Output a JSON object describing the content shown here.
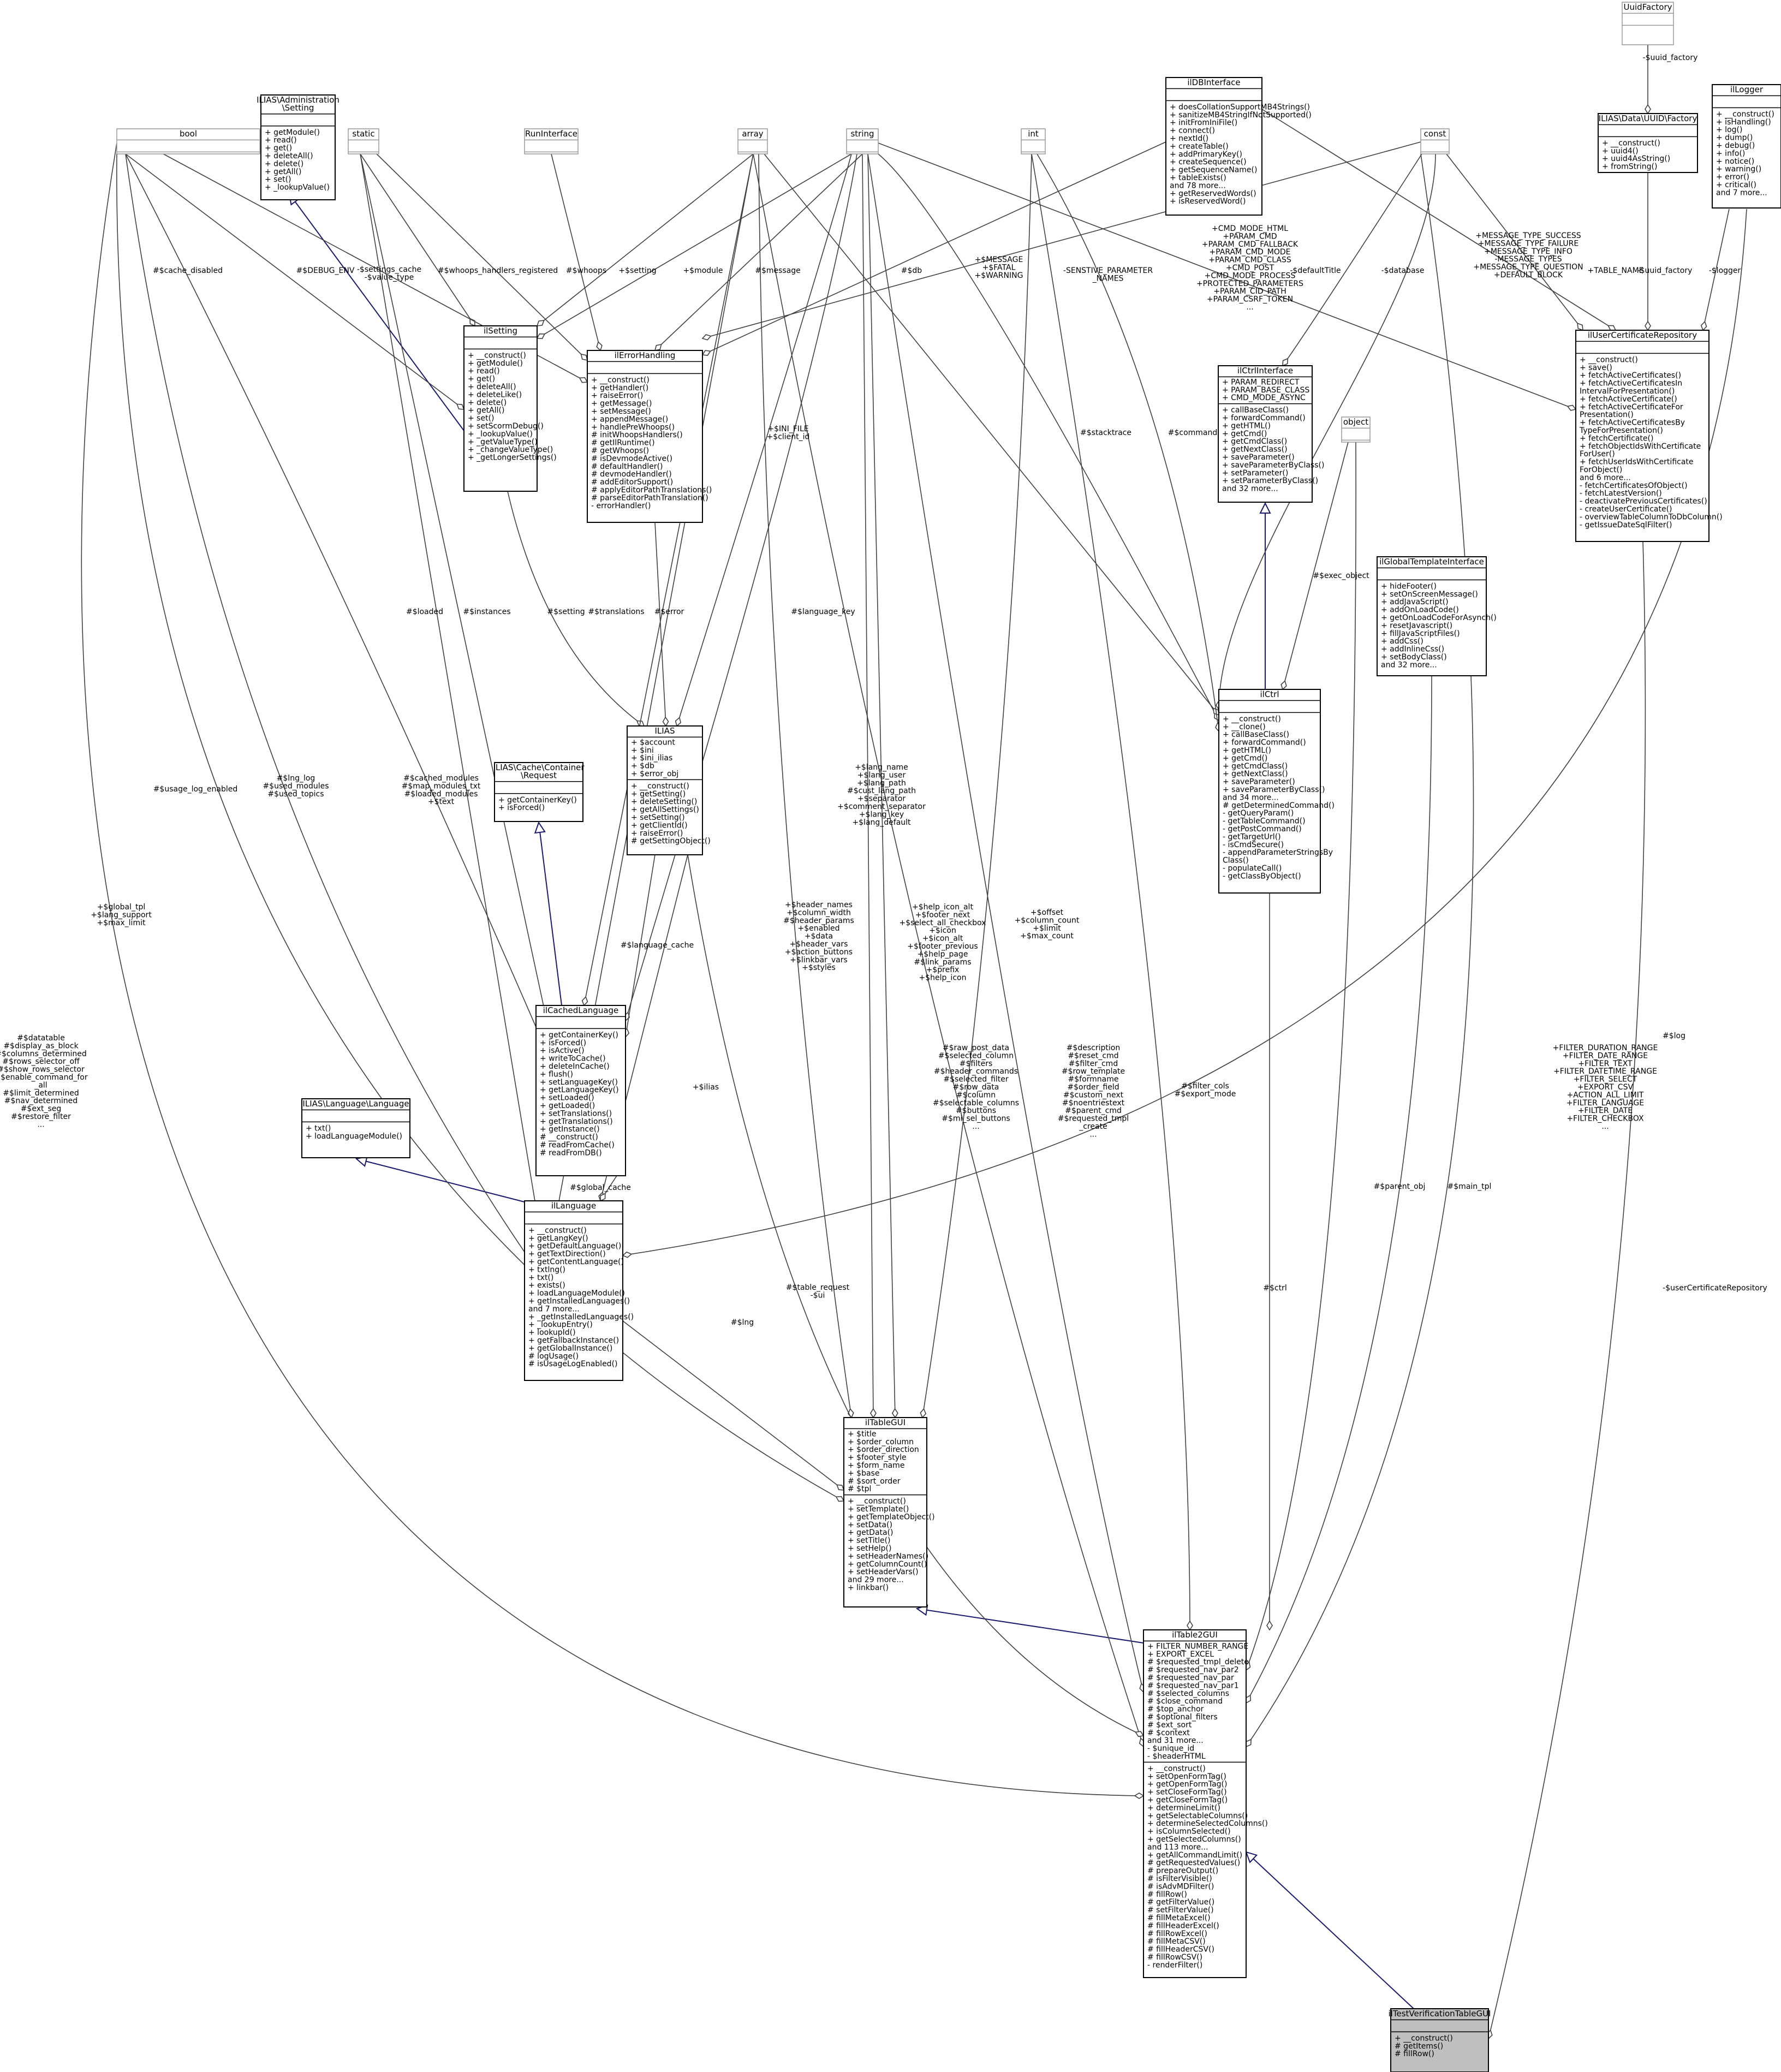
{
  "nodes": {
    "bool": {
      "title": "bool",
      "attrs": [],
      "ops": []
    },
    "static": {
      "title": "static",
      "attrs": [],
      "ops": []
    },
    "runinterface": {
      "title": "RunInterface",
      "attrs": [],
      "ops": []
    },
    "array": {
      "title": "array",
      "attrs": [],
      "ops": []
    },
    "string": {
      "title": "string",
      "attrs": [],
      "ops": []
    },
    "int": {
      "title": "int",
      "attrs": [],
      "ops": []
    },
    "const": {
      "title": "const",
      "attrs": [],
      "ops": []
    },
    "object": {
      "title": "object",
      "attrs": [],
      "ops": []
    },
    "uuidfactory": {
      "title": "UuidFactory",
      "attrs": [],
      "ops": []
    },
    "admsetting": {
      "title": [
        "ILIAS\\Administration",
        "\\Setting"
      ],
      "attrs": [],
      "ops": [
        "+ getModule()",
        "+ read()",
        "+ get()",
        "+ deleteAll()",
        "+ delete()",
        "+ getAll()",
        "+ set()",
        "+ _lookupValue()"
      ]
    },
    "ildbinterface": {
      "title": "ilDBInterface",
      "attrs": [],
      "ops": [
        "+ doesCollationSupportMB4Strings()",
        "+ sanitizeMB4StringIfNotSupported()",
        "+ initFromIniFile()",
        "+ connect()",
        "+ nextId()",
        "+ createTable()",
        "+ addPrimaryKey()",
        "+ createSequence()",
        "+ getSequenceName()",
        "+ tableExists()",
        "and 78 more...",
        "+ getReservedWords()",
        "+ isReservedWord()"
      ]
    },
    "uuid": {
      "title": "ILIAS\\Data\\UUID\\Factory",
      "attrs": [],
      "ops": [
        "+ __construct()",
        "+ uuid4()",
        "+ uuid4AsString()",
        "+ fromString()"
      ]
    },
    "illogger": {
      "title": "ilLogger",
      "attrs": [],
      "ops": [
        "+ __construct()",
        "+ isHandling()",
        "+ log()",
        "+ dump()",
        "+ debug()",
        "+ info()",
        "+ notice()",
        "+ warning()",
        "+ error()",
        "+ critical()",
        "and 7 more..."
      ]
    },
    "ilsetting": {
      "title": "ilSetting",
      "attrs": [],
      "ops": [
        "+ __construct()",
        "+ getModule()",
        "+ read()",
        "+ get()",
        "+ deleteAll()",
        "+ deleteLike()",
        "+ delete()",
        "+ getAll()",
        "+ set()",
        "+ setScormDebug()",
        "+ _lookupValue()",
        "+ _getValueType()",
        "+ _changeValueType()",
        "+ _getLongerSettings()"
      ]
    },
    "ilerrorhandling": {
      "title": "ilErrorHandling",
      "attrs": [],
      "ops": [
        "+ __construct()",
        "+ getHandler()",
        "+ raiseError()",
        "+ getMessage()",
        "+ setMessage()",
        "+ appendMessage()",
        "+ handlePreWhoops()",
        "# initWhoopsHandlers()",
        "# getIlRuntime()",
        "# getWhoops()",
        "# isDevmodeActive()",
        "# defaultHandler()",
        "# devmodeHandler()",
        "# addEditorSupport()",
        "# applyEditorPathTranslations()",
        "# parseEditorPathTranslation()",
        "- errorHandler()"
      ]
    },
    "ilctrlinterface": {
      "title": "ilCtrlInterface",
      "attrs": [
        "+ PARAM_REDIRECT",
        "+ PARAM_BASE_CLASS",
        "+ CMD_MODE_ASYNC"
      ],
      "ops": [
        "+ callBaseClass()",
        "+ forwardCommand()",
        "+ getHTML()",
        "+ getCmd()",
        "+ getCmdClass()",
        "+ getNextClass()",
        "+ saveParameter()",
        "+ saveParameterByClass()",
        "+ setParameter()",
        "+ setParameterByClass()",
        "and 32 more..."
      ]
    },
    "iluser": {
      "title": "ilUserCertificateRepository",
      "attrs": [],
      "ops": [
        "+ __construct()",
        "+ save()",
        "+ fetchActiveCertificates()",
        "+ fetchActiveCertificatesIn",
        "IntervalForPresentation()",
        "+ fetchActiveCertificate()",
        "+ fetchActiveCertificateFor",
        "Presentation()",
        "+ fetchActiveCertificatesBy",
        "TypeForPresentation()",
        "+ fetchCertificate()",
        "+ fetchObjectIdsWithCertificate",
        "ForUser()",
        "+ fetchUserIdsWithCertificate",
        "ForObject()",
        "and 6 more...",
        "- fetchCertificatesOfObject()",
        "- fetchLatestVersion()",
        "- deactivatePreviousCertificates()",
        "- createUserCertificate()",
        "- overviewTableColumnToDbColumn()",
        "- getIssueDateSqlFilter()"
      ]
    },
    "ilias": {
      "title": "ILIAS",
      "attrs": [
        "+ $account",
        "+ $ini",
        "+ $ini_ilias",
        "+ $db",
        "+ $error_obj"
      ],
      "ops": [
        "+ __construct()",
        "+ getSetting()",
        "+ deleteSetting()",
        "+ getAllSettings()",
        "+ setSetting()",
        "+ getClientId()",
        "+ raiseError()",
        "# getSettingObject()"
      ]
    },
    "request": {
      "title": [
        "ILIAS\\Cache\\Container",
        "\\Request"
      ],
      "attrs": [],
      "ops": [
        "+ getContainerKey()",
        "+ isForced()"
      ]
    },
    "ilglobal": {
      "title": "ilGlobalTemplateInterface",
      "attrs": [],
      "ops": [
        "+ hideFooter()",
        "+ setOnScreenMessage()",
        "+ addJavaScript()",
        "+ addOnLoadCode()",
        "+ getOnLoadCodeForAsynch()",
        "+ resetJavascript()",
        "+ fillJavaScriptFiles()",
        "+ addCss()",
        "+ addInlineCss()",
        "+ setBodyClass()",
        "and 32 more..."
      ]
    },
    "ilctrl": {
      "title": "ilCtrl",
      "attrs": [],
      "ops": [
        "+ __construct()",
        "+ __clone()",
        "+ callBaseClass()",
        "+ forwardCommand()",
        "+ getHTML()",
        "+ getCmd()",
        "+ getCmdClass()",
        "+ getNextClass()",
        "+ saveParameter()",
        "+ saveParameterByClass()",
        "and 34 more...",
        "# getDeterminedCommand()",
        "- getQueryParam()",
        "- getTableCommand()",
        "- getPostCommand()",
        "- getTargetUrl()",
        "- isCmdSecure()",
        "- appendParameterStringsBy",
        "Class()",
        "- populateCall()",
        "- getClassByObject()"
      ]
    },
    "llanguage": {
      "title": "ILIAS\\Language\\Language",
      "attrs": [],
      "ops": [
        "+ txt()",
        "+ loadLanguageModule()"
      ]
    },
    "ilcachedlanguage": {
      "title": "ilCachedLanguage",
      "attrs": [],
      "ops": [
        "+ getContainerKey()",
        "+ isForced()",
        "+ isActive()",
        "+ writeToCache()",
        "+ deleteInCache()",
        "+ flush()",
        "+ setLanguageKey()",
        "+ getLanguageKey()",
        "+ setLoaded()",
        "+ getLoaded()",
        "+ setTranslations()",
        "+ getTranslations()",
        "+ getInstance()",
        "# __construct()",
        "# readFromCache()",
        "# readFromDB()"
      ]
    },
    "illanguage": {
      "title": "ilLanguage",
      "attrs": [],
      "ops": [
        "+ __construct()",
        "+ getLangKey()",
        "+ getDefaultLanguage()",
        "+ getTextDirection()",
        "+ getContentLanguage()",
        "+ txtlng()",
        "+ txt()",
        "+ exists()",
        "+ loadLanguageModule()",
        "+ getInstalledLanguages()",
        "and 7 more...",
        "+ _getInstalledLanguages()",
        "+ _lookupEntry()",
        "+ lookupId()",
        "+ getFallbackInstance()",
        "+ getGlobalInstance()",
        "# logUsage()",
        "# isUsageLogEnabled()"
      ]
    },
    "iltablegui": {
      "title": "ilTableGUI",
      "attrs": [
        "+ $title",
        "+ $order_column",
        "+ $order_direction",
        "+ $footer_style",
        "+ $form_name",
        "+ $base",
        "# $sort_order",
        "# $tpl"
      ],
      "ops": [
        "+ __construct()",
        "+ setTemplate()",
        "+ getTemplateObject()",
        "+ setData()",
        "+ getData()",
        "+ setTitle()",
        "+ setHelp()",
        "+ setHeaderNames()",
        "+ getColumnCount()",
        "+ setHeaderVars()",
        "and 29 more...",
        "+ linkbar()"
      ]
    },
    "iltable2gui": {
      "title": "ilTable2GUI",
      "attrs": [
        "+ FILTER_NUMBER_RANGE",
        "+ EXPORT_EXCEL",
        "# $requested_tmpl_delete",
        "# $requested_nav_par2",
        "# $requested_nav_par",
        "# $requested_nav_par1",
        "# $selected_columns",
        "# $close_command",
        "# $top_anchor",
        "# $optional_filters",
        "# $ext_sort",
        "# $context",
        "and 31 more...",
        "- $unique_id",
        "- $headerHTML"
      ],
      "ops": [
        "+ __construct()",
        "+ setOpenFormTag()",
        "+ getOpenFormTag()",
        "+ setCloseFormTag()",
        "+ getCloseFormTag()",
        "+ determineLimit()",
        "+ getSelectableColumns()",
        "+ determineSelectedColumns()",
        "+ isColumnSelected()",
        "+ getSelectedColumns()",
        "and 113 more...",
        "+ getAllCommandLimit()",
        "# getRequestedValues()",
        "# prepareOutput()",
        "# isFilterVisible()",
        "# isAdvMDFilter()",
        "# fillRow()",
        "# getFilterValue()",
        "# setFilterValue()",
        "# fillMetaExcel()",
        "# fillHeaderExcel()",
        "# fillRowExcel()",
        "# fillMetaCSV()",
        "# fillHeaderCSV()",
        "# fillRowCSV()",
        "- renderFilter()"
      ]
    },
    "iltest": {
      "title": "ilTestVerificationTableGUI",
      "attrs": [],
      "ops": [
        "+ __construct()",
        "# getItems()",
        "# fillRow()"
      ]
    }
  },
  "edge_labels": {
    "uuid_factory": [
      "-$uuid_factory"
    ],
    "uuid_factory2": [
      "-$uuid_factory"
    ],
    "logger": [
      "-$logger"
    ],
    "table_name": [
      "+TABLE_NAME"
    ],
    "database": [
      "-$database"
    ],
    "default_title": [
      "-$defaultTitle"
    ],
    "message_types": [
      "+MESSAGE_TYPE_SUCCESS",
      "+MESSAGE_TYPE_FAILURE",
      "+MESSAGE_TYPE_INFO",
      "-MESSAGE_TYPES",
      "+MESSAGE_TYPE_QUESTION",
      "+DEFAULT_BLOCK"
    ],
    "cmd_mode": [
      "+CMD_MODE_HTML",
      "+PARAM_CMD",
      "+PARAM_CMD_FALLBACK",
      "+PARAM_CMD_MODE",
      "+PARAM_CMD_CLASS",
      "+CMD_POST",
      "+CMD_MODE_PROCESS",
      "+PROTECTED_PARAMETERS",
      "+PARAM_CID_PATH",
      "+PARAM_CSRF_TOKEN",
      "..."
    ],
    "sensitive": [
      "-SENSTIVE_PARAMETER",
      "_NAMES"
    ],
    "message_fatal": [
      "+$MESSAGE",
      "+$FATAL",
      "+$WARNING"
    ],
    "db": [
      "#$db"
    ],
    "message": [
      "#$message"
    ],
    "module": [
      "+$module"
    ],
    "setting_lbl": [
      "+$setting"
    ],
    "whoops": [
      "#$whoops"
    ],
    "whoops_handlers": [
      "#$whoops_handlers_registered"
    ],
    "settings_cache": [
      "-$settings_cache",
      "-$value_type"
    ],
    "debug_env": [
      "#$DEBUG_ENV"
    ],
    "cache_disabled": [
      "#$cache_disabled"
    ],
    "ini_file": [
      "+$INI_FILE",
      "+$client_id"
    ],
    "stacktrace": [
      "#$stacktrace"
    ],
    "command": [
      "#$command"
    ],
    "exec_object": [
      "#$exec_object"
    ],
    "loaded": [
      "#$loaded"
    ],
    "instances": [
      "#$instances"
    ],
    "setting2": [
      "#$setting"
    ],
    "translations": [
      "#$translations"
    ],
    "error": [
      "#$error"
    ],
    "language_key": [
      "#$language_key"
    ],
    "usage_log": [
      "#$usage_log_enabled"
    ],
    "lng_log": [
      "#$lng_log",
      "#$used_modules",
      "#$used_topics"
    ],
    "cached_modules": [
      "#$cached_modules",
      "#$map_modules_txt",
      "#$loaded_modules",
      "+$text"
    ],
    "lang_name": [
      "+$lang_name",
      "+$lang_user",
      "+$lang_path",
      "#$cust_lang_path",
      "+$separator",
      "+$comment_separator",
      "+$lang_key",
      "+$lang_default"
    ],
    "language_cache": [
      "#$language_cache"
    ],
    "header_names": [
      "+$header_names",
      "+$column_width",
      "#$header_params",
      "+$enabled",
      "+$data",
      "+$header_vars",
      "+$action_buttons",
      "+$linkbar_vars",
      "+$styles"
    ],
    "help_icon": [
      "+$help_icon_alt",
      "+$footer_next",
      "+$select_all_checkbox",
      "+$icon",
      "+$icon_alt",
      "+$footer_previous",
      "+$help_page",
      "#$link_params",
      "+$prefix",
      "+$help_icon"
    ],
    "offset": [
      "+$offset",
      "+$column_count",
      "+$limit",
      "+$max_count"
    ],
    "ilias_lbl": [
      "+$ilias"
    ],
    "global_tpl": [
      "+$global_tpl",
      "+$lang_support",
      "+$max_limit"
    ],
    "global_cache": [
      "#$global_cache"
    ],
    "log_lbl": [
      "#$log"
    ],
    "datatable": [
      "#$datatable",
      "#$display_as_block",
      "#$columns_determined",
      "#$rows_selector_off",
      "#$show_rows_selector",
      "#$enable_command_for",
      "_all",
      "#$limit_determined",
      "#$nav_determined",
      "#$ext_seg",
      "#$restore_filter",
      "..."
    ],
    "raw_post": [
      "#$raw_post_data",
      "#$selected_column",
      "#$filters",
      "#$header_commands",
      "#$selected_filter",
      "#$row_data",
      "#$column",
      "#$selectable_columns",
      "#$buttons",
      "#$mi_sel_buttons",
      "..."
    ],
    "description": [
      "#$description",
      "#$reset_cmd",
      "#$filter_cmd",
      "#$row_template",
      "#$formname",
      "#$order_field",
      "#$custom_next",
      "#$noentriestext",
      "#$parent_cmd",
      "#$requested_tmpl",
      "_create",
      "..."
    ],
    "filter_cols": [
      "#$filter_cols",
      "#$export_mode"
    ],
    "filter_duration": [
      "+FILTER_DURATION_RANGE",
      "+FILTER_DATE_RANGE",
      "+FILTER_TEXT",
      "+FILTER_DATETIME_RANGE",
      "+FILTER_SELECT",
      "+EXPORT_CSV",
      "+ACTION_ALL_LIMIT",
      "+FILTER_LANGUAGE",
      "+FILTER_DATE",
      "+FILTER_CHECKBOX",
      "..."
    ],
    "table_request": [
      "#$table_request",
      "-$ui"
    ],
    "lng_lbl": [
      "#$lng"
    ],
    "ctrl_lbl": [
      "#$ctrl"
    ],
    "parent_obj": [
      "#$parent_obj"
    ],
    "main_tpl": [
      "#$main_tpl"
    ],
    "user_cert_repo": [
      "-$userCertificateRepository"
    ]
  }
}
